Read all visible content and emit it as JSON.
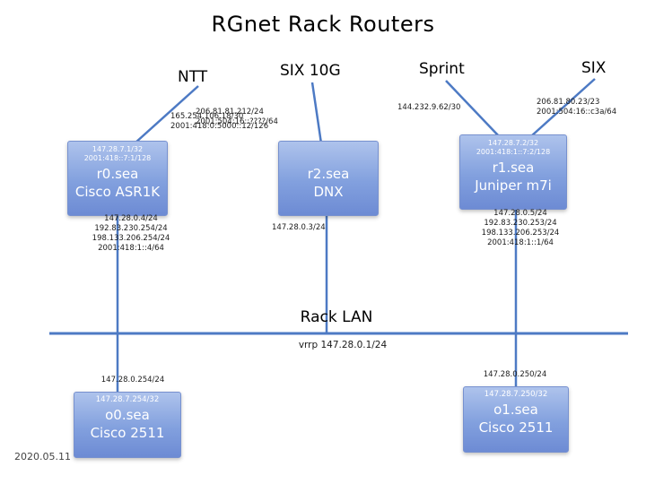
{
  "title": "RGnet Rack Routers",
  "footer_date": "2020.05.11",
  "uplinks": {
    "ntt": {
      "label": "NTT",
      "addr1": "165.254.106.18/30",
      "addr2": "2001:418:0:5000::12/126"
    },
    "six10g": {
      "label": "SIX 10G",
      "addr1": "206.81.81.212/24",
      "addr2": "2001:504:16::????/64"
    },
    "sprint": {
      "label": "Sprint",
      "addr1": "144.232.9.62/30"
    },
    "six": {
      "label": "SIX",
      "addr1": "206.81.80.23/23",
      "addr2": "2001:504:16::c3a/64"
    }
  },
  "routers": {
    "r0": {
      "name": "r0.sea",
      "model": "Cisco ASR1K",
      "loop1": "147.28.7.1/32",
      "loop2": "2001:418::7:1/128",
      "lan1": "147.28.0.4/24",
      "lan2": "192.83.230.254/24",
      "lan3": "198.133.206.254/24",
      "lan4": "2001:418:1::4/64"
    },
    "r2": {
      "name": "r2.sea",
      "model": "DNX",
      "lan1": "147.28.0.3/24"
    },
    "r1": {
      "name": "r1.sea",
      "model": "Juniper m7i",
      "loop1": "147.28.7.2/32",
      "loop2": "2001:418:1::7:2/128",
      "lan1": "147.28.0.5/24",
      "lan2": "192.83.230.253/24",
      "lan3": "198.133.206.253/24",
      "lan4": "2001:418:1::1/64"
    }
  },
  "lan": {
    "label": "Rack LAN",
    "vrrp": "vrrp 147.28.0.1/24"
  },
  "consoles": {
    "o0": {
      "name": "o0.sea",
      "model": "Cisco 2511",
      "lan": "147.28.0.254/24",
      "loop": "147.28.7.254/32"
    },
    "o1": {
      "name": "o1.sea",
      "model": "Cisco 2511",
      "lan": "147.28.0.250/24",
      "loop": "147.28.7.250/32"
    }
  },
  "colors": {
    "box_top": "#aec3ec",
    "box_bottom": "#6d8bd4",
    "line": "#4d7ac4"
  }
}
